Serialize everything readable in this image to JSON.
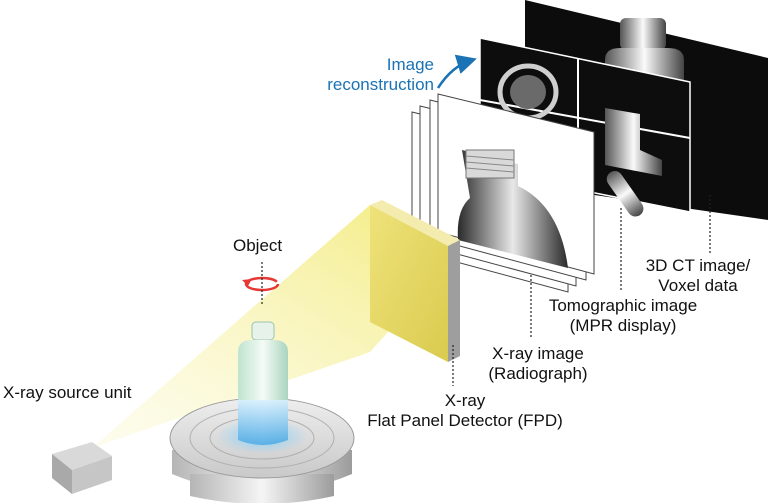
{
  "labels": {
    "image_reconstruction": [
      "Image",
      "reconstruction"
    ],
    "object": "Object",
    "xray_source": "X-ray source unit",
    "fpd": [
      "X-ray",
      "Flat Panel Detector (FPD)"
    ],
    "radiograph": [
      "X-ray image",
      "(Radiograph)"
    ],
    "tomographic": [
      "Tomographic image",
      "(MPR display)"
    ],
    "ct": [
      "3D CT image/",
      "Voxel data"
    ]
  },
  "colors": {
    "label_accent": "#1a73b5",
    "rotation_arrow": "#e53935",
    "beam": "#f2ea74",
    "panel_dark": "#0c0c0c"
  }
}
